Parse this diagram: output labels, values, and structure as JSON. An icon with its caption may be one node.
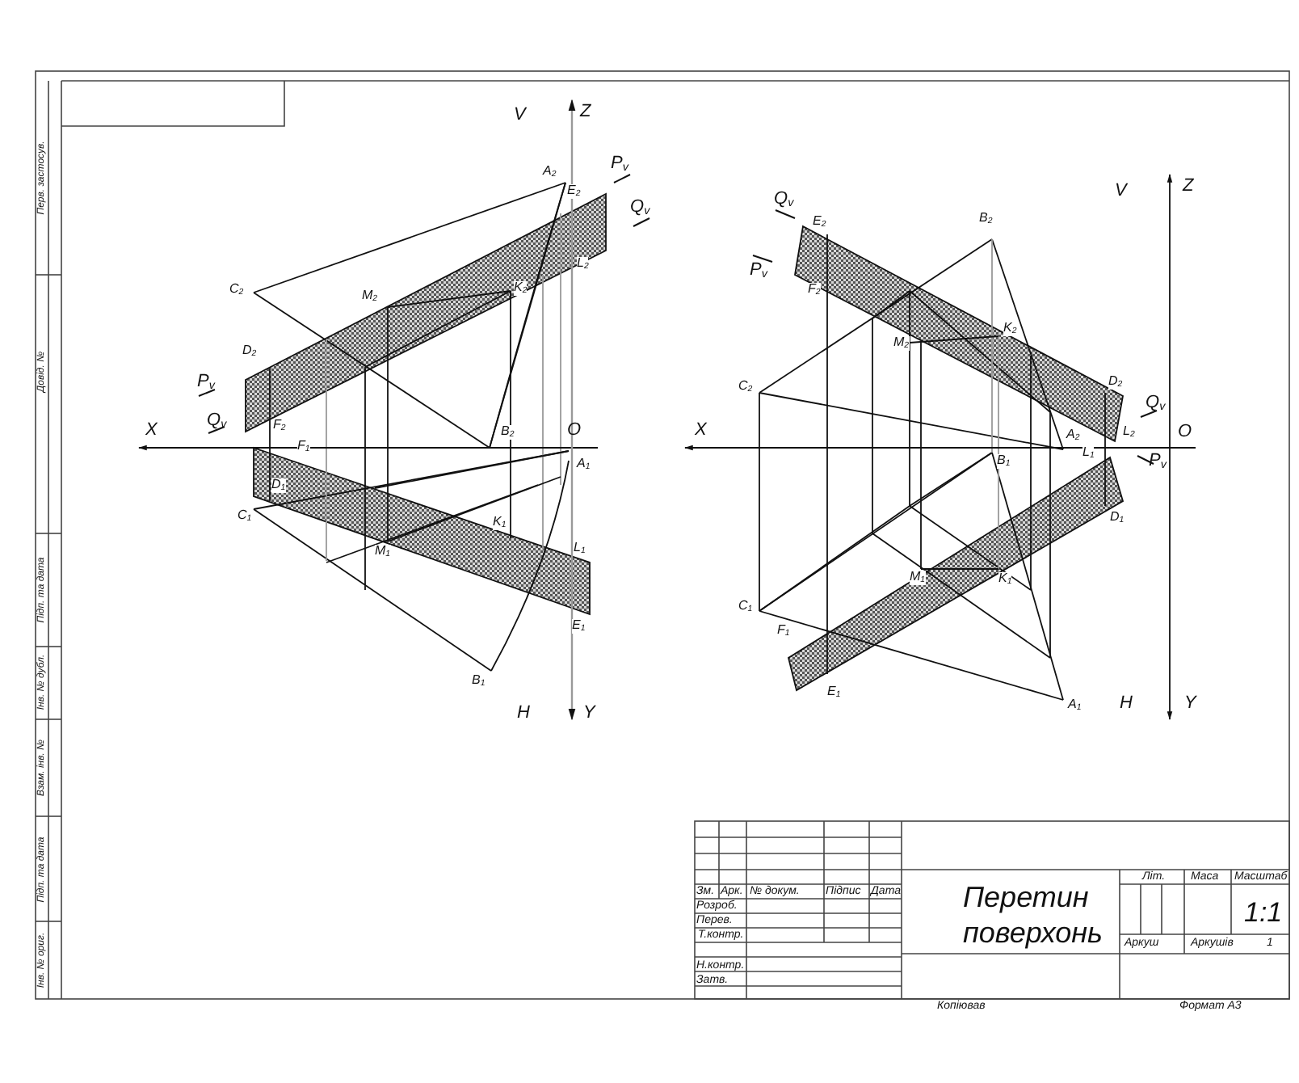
{
  "diagram": {
    "labels": [
      "V",
      "Z",
      "A$_{2}$",
      "E$_{2}$",
      "P$_{v}$",
      "Q$_{v}$",
      "C$_{2}$",
      "M$_{2}$",
      "K$_{2}$",
      "L$_{2}$",
      "D$_{2}$",
      "P$_{v}$",
      "Q$_{v}$",
      "X",
      "F$_{2}$",
      "F$_{1}$",
      "B$_{2}$",
      "O",
      "A$_{1}$",
      "D$_{1}$",
      "C$_{1}$",
      "K$_{1}$",
      "M$_{1}$",
      "L$_{1}$",
      "E$_{1}$",
      "B$_{1}$",
      "H",
      "Y",
      "Q$_{v}$",
      "E$_{2}$",
      "P$_{v}$",
      "F$_{2}$",
      "B$_{2}$",
      "V",
      "Z",
      "M$_{2}$",
      "K$_{2}$",
      "C$_{2}$",
      "D$_{2}$",
      "Q$_{v}$",
      "X",
      "A$_{2}$",
      "L$_{2}$",
      "O",
      "B$_{1}$",
      "L$_{1}$",
      "P$_{v}$",
      "D$_{1}$",
      "M$_{1}$",
      "K$_{1}$",
      "C$_{1}$",
      "F$_{1}$",
      "E$_{1}$",
      "A$_{1}$",
      "H",
      "Y",
      "Зм.",
      "Арк.",
      "№ докум.",
      "Підпис",
      "Дата",
      "Розроб.",
      "Перев.",
      "Т.контр.",
      "Н.контр.",
      "Затв.",
      "Перетин поверхонь",
      "Літ.",
      "Маса",
      "Масштаб",
      "1:1",
      "Аркуш",
      "Аркушів",
      "1",
      "Копіював",
      "Формат А3",
      "Перв. застосув.",
      "Довід. №",
      "Підп. та дата",
      "Інв. № дубл.",
      "Взам. інв. №",
      "Підп. та дата",
      "Інв. № ориг."
    ]
  }
}
